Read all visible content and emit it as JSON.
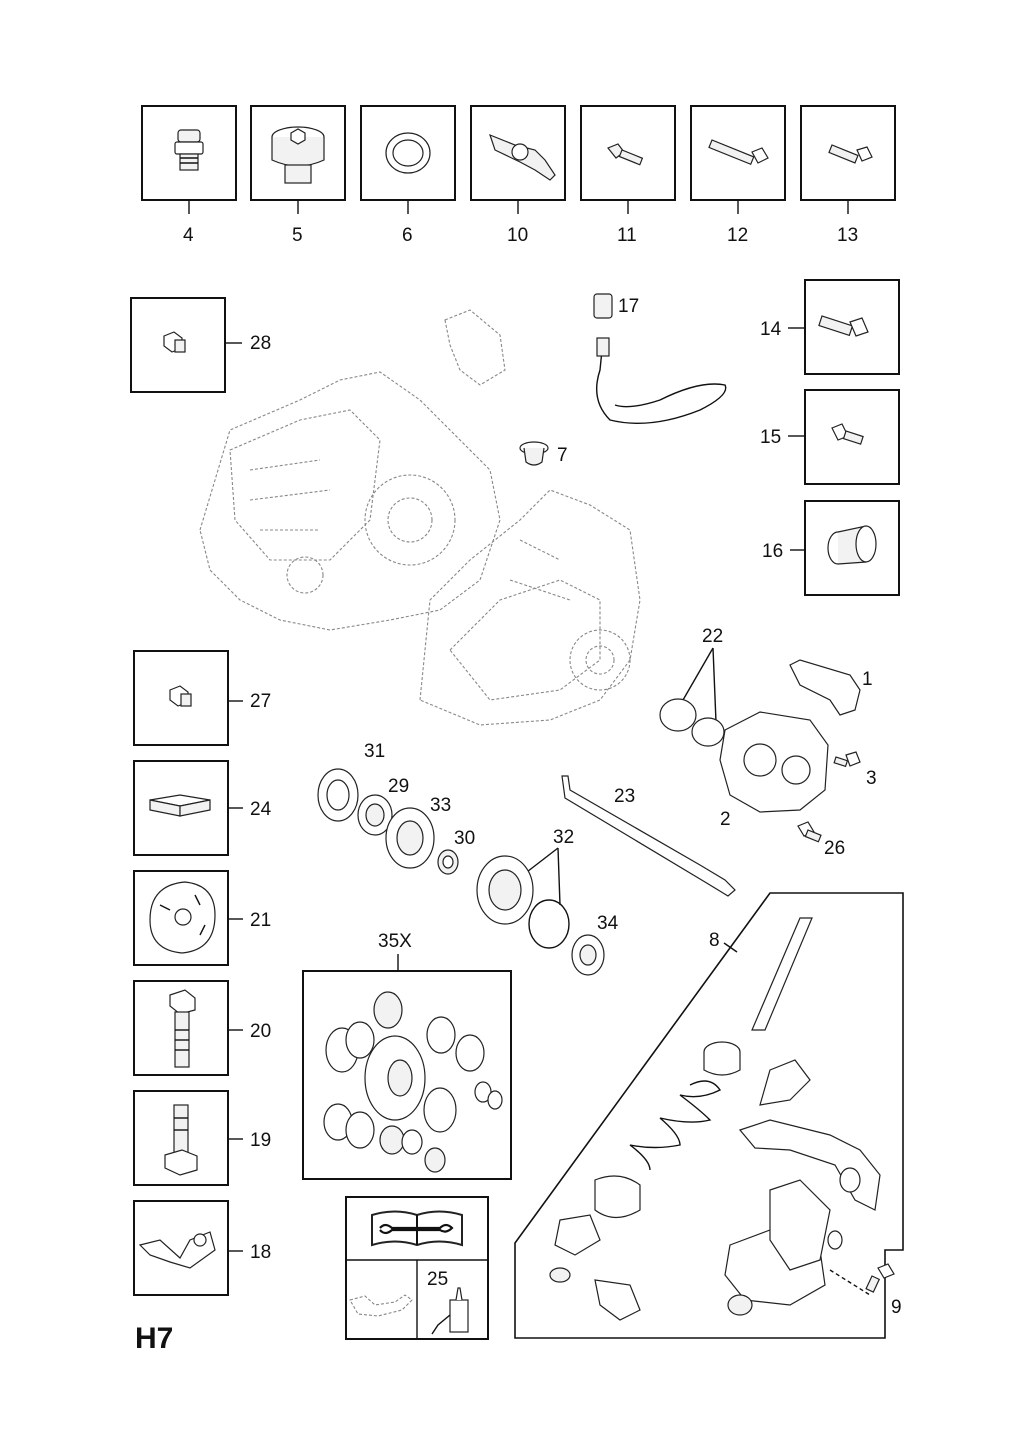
{
  "page_code": "H7",
  "callouts": {
    "c1": "1",
    "c2": "2",
    "c3": "3",
    "c4": "4",
    "c5": "5",
    "c6": "6",
    "c7": "7",
    "c8": "8",
    "c9": "9",
    "c10": "10",
    "c11": "11",
    "c12": "12",
    "c13": "13",
    "c14": "14",
    "c15": "15",
    "c16": "16",
    "c17": "17",
    "c18": "18",
    "c19": "19",
    "c20": "20",
    "c21": "21",
    "c22": "22",
    "c23": "23",
    "c24": "24",
    "c25": "25",
    "c26": "26",
    "c27": "27",
    "c28": "28",
    "c29": "29",
    "c30": "30",
    "c31": "31",
    "c32": "32",
    "c33": "33",
    "c34": "34",
    "c35x": "35X"
  },
  "icons": {
    "manual": "repair-manual-icon",
    "oil": "oil-can-icon",
    "sealant": "sealant-tube-icon"
  }
}
